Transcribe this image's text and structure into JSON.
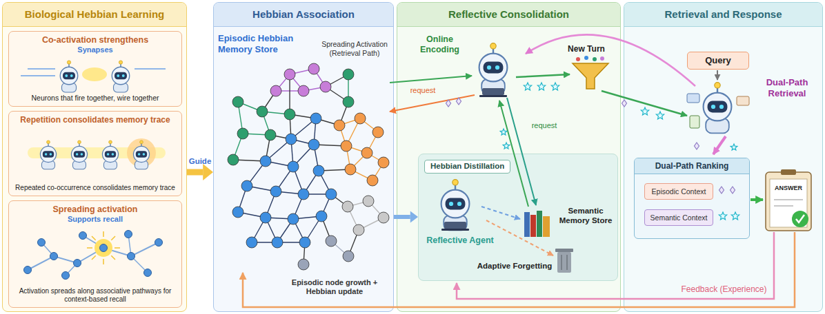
{
  "diagram": {
    "nodes": [
      {
        "text": [
          "Biological Hebbian Learning"
        ]
      },
      {
        "text": [
          "Co-activation strengthens",
          "Synapses",
          "Neurons that fire together, wire together"
        ],
        "in": 0
      },
      {
        "text": [
          "Repetition consolidates memory trace",
          "Repeated co-occurrence consolidates memory trace"
        ],
        "in": 0
      },
      {
        "text": [
          "Spreading activation",
          "Supports recall",
          "Activation spreads along associative pathways for context-based recall"
        ],
        "in": 0
      },
      {
        "text": [
          "Hebbian Association"
        ]
      },
      {
        "text": [
          "Reflective Consolidation"
        ]
      },
      {
        "text": [
          "Hebbian Distillation"
        ],
        "in": 5
      },
      {
        "text": [
          "Retrieval and Response"
        ]
      },
      {
        "text": [
          "Query"
        ],
        "in": 7
      },
      {
        "text": [
          "Dual-Path Ranking"
        ],
        "in": 7
      },
      {
        "text": [
          "Episodic Context"
        ],
        "in": 9
      },
      {
        "text": [
          "Semantic Context"
        ],
        "in": 9
      }
    ],
    "edges": [
      {
        "from": 0,
        "to": 4,
        "arrow": "to",
        "label": "Guide"
      },
      {
        "from": 4,
        "to": 6,
        "arrow": "to"
      }
    ],
    "labels": [
      "Episodic Hebbian Memory Store",
      "Spreading Activation (Retrieval Path)",
      "request",
      "Episodic node growth + Hebbian update",
      "Online Encoding",
      "New Turn",
      "request",
      "Reflective Agent",
      "Semantic Memory Store",
      "Adaptive Forgetting",
      "Dual-Path Retrieval",
      "ANSWER",
      "Feedback (Experience)"
    ]
  }
}
